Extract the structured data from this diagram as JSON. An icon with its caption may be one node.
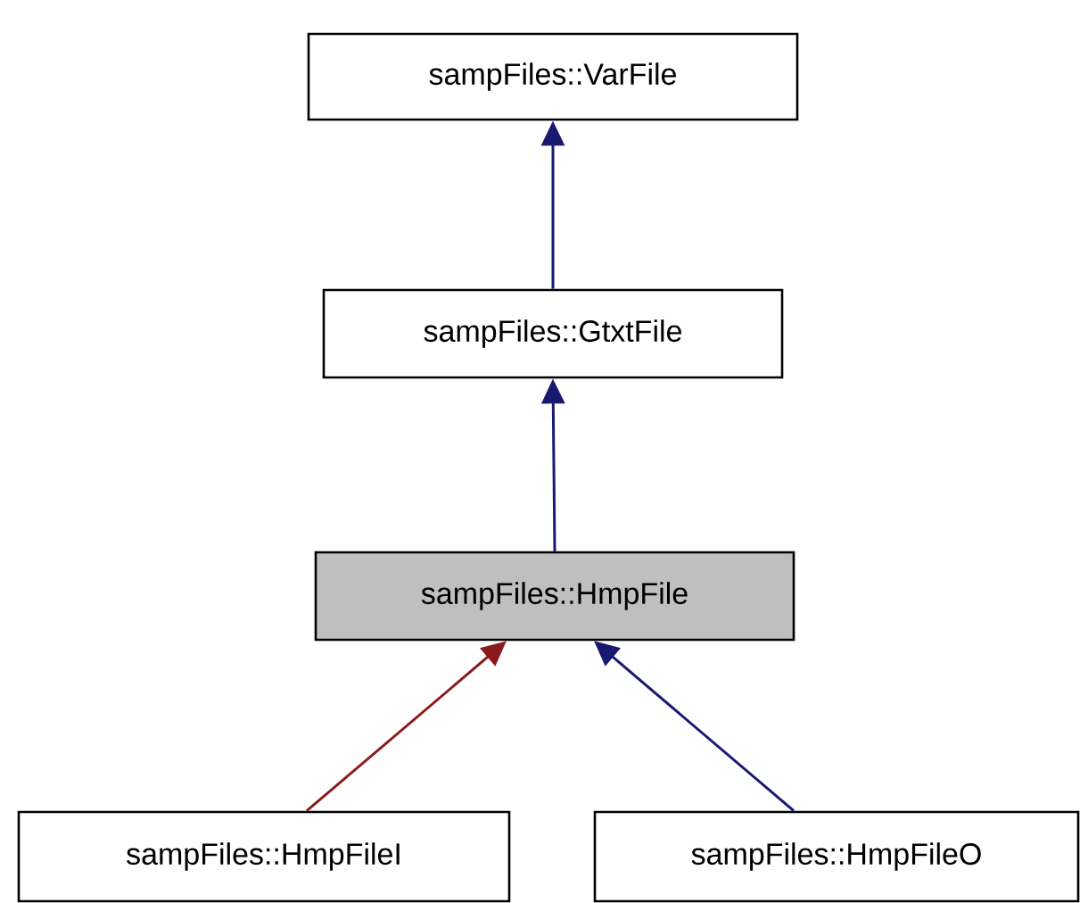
{
  "diagram": {
    "nodes": [
      {
        "text": [
          "sampFiles::VarFile"
        ]
      },
      {
        "text": [
          "sampFiles::GtxtFile"
        ]
      },
      {
        "text": [
          "sampFiles::HmpFile"
        ]
      },
      {
        "text": [
          "sampFiles::HmpFileI"
        ]
      },
      {
        "text": [
          "sampFiles::HmpFileO"
        ]
      }
    ],
    "edges": [
      {
        "from": 1,
        "to": 0,
        "arrow": "to"
      },
      {
        "from": 2,
        "to": 1,
        "arrow": "to"
      },
      {
        "from": 3,
        "to": 2,
        "arrow": "to",
        "color": "#8b1a1a"
      },
      {
        "from": 4,
        "to": 2,
        "arrow": "to"
      }
    ]
  }
}
